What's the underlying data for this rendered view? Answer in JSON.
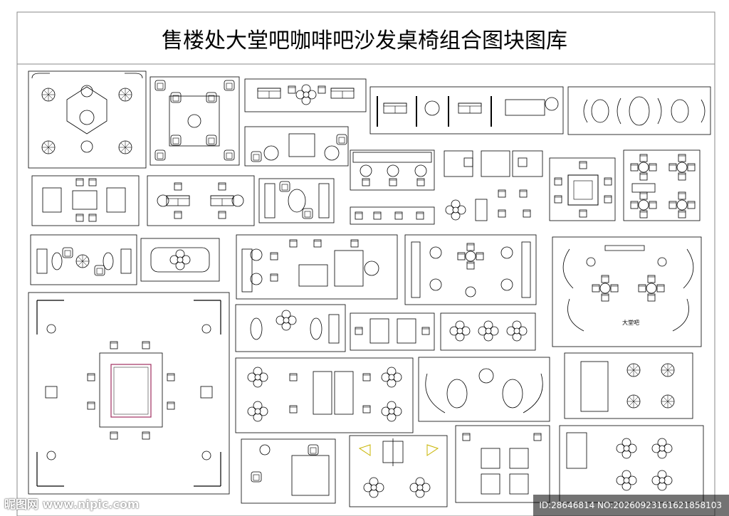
{
  "title": "售楼处大堂吧咖啡吧沙发桌椅组合图块图库",
  "block_label": "大堂吧",
  "watermark": {
    "site": "昵图网 www.nipic.com",
    "id_text": "ID:28646814 NO:20260923161621858103"
  }
}
